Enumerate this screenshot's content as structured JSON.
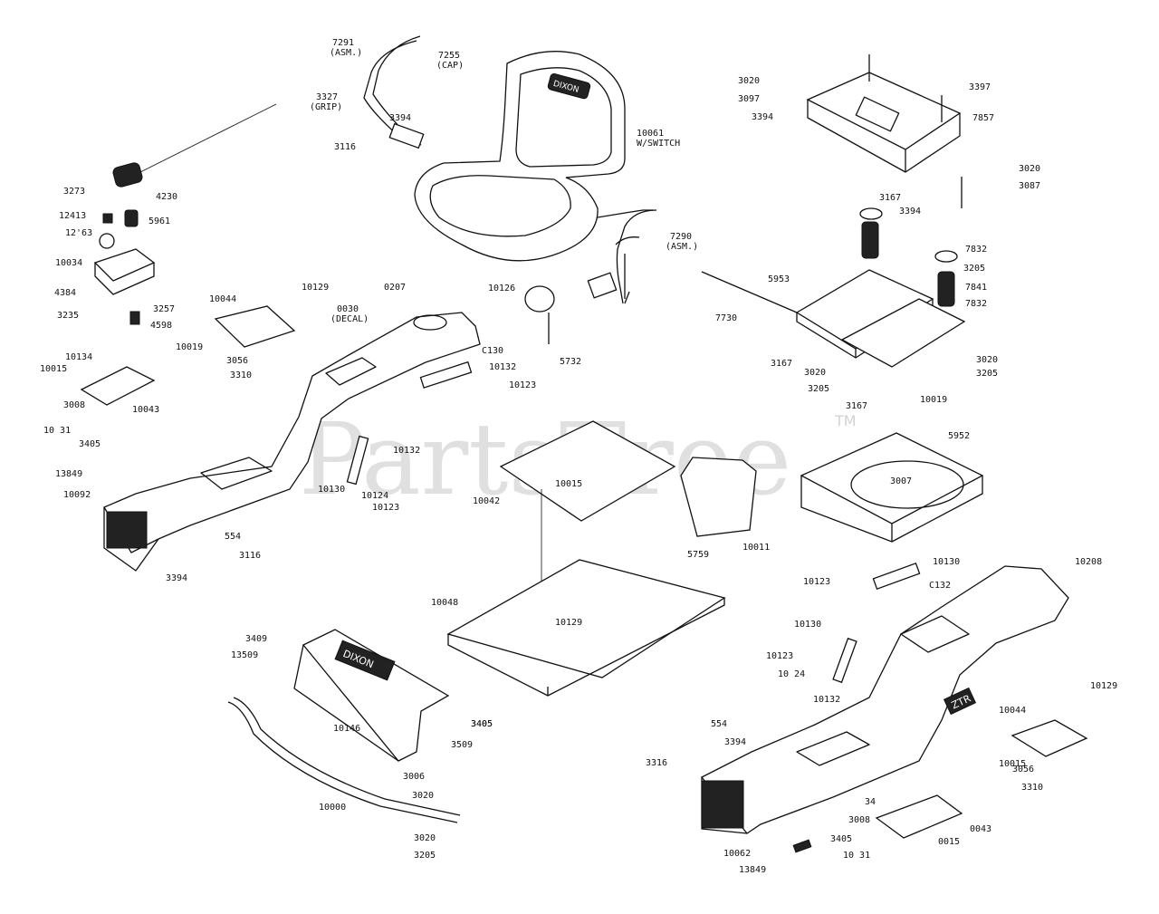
{
  "watermark": {
    "text": "PartsTree",
    "tm": "TM"
  },
  "labels": [
    {
      "id": "l7291",
      "text": "7291"
    },
    {
      "id": "l7291b",
      "text": "(ASM.)"
    },
    {
      "id": "l7255",
      "text": "7255"
    },
    {
      "id": "l7255b",
      "text": "(CAP)"
    },
    {
      "id": "l3327",
      "text": "3327"
    },
    {
      "id": "l3327b",
      "text": "(GRIP)"
    },
    {
      "id": "l3394a",
      "text": "3394"
    },
    {
      "id": "l3116a",
      "text": "3116"
    },
    {
      "id": "l10061",
      "text": "10061"
    },
    {
      "id": "l10061b",
      "text": "W/SWITCH"
    },
    {
      "id": "l3020a",
      "text": "3020"
    },
    {
      "id": "l3097",
      "text": "3097"
    },
    {
      "id": "l3394b",
      "text": "3394"
    },
    {
      "id": "l3397",
      "text": "3397"
    },
    {
      "id": "l7857",
      "text": "7857"
    },
    {
      "id": "l3020b",
      "text": "3020"
    },
    {
      "id": "l3087",
      "text": "3087"
    },
    {
      "id": "l3167a",
      "text": "3167"
    },
    {
      "id": "l3394c",
      "text": "3394"
    },
    {
      "id": "l3273",
      "text": "3273"
    },
    {
      "id": "l4230",
      "text": "4230"
    },
    {
      "id": "l12413",
      "text": "12413"
    },
    {
      "id": "l5961",
      "text": "5961"
    },
    {
      "id": "l12163",
      "text": "12'63"
    },
    {
      "id": "l10034",
      "text": "10034"
    },
    {
      "id": "l4384",
      "text": "4384"
    },
    {
      "id": "l3257",
      "text": "3257"
    },
    {
      "id": "l3235",
      "text": "3235"
    },
    {
      "id": "l4598",
      "text": "4598"
    },
    {
      "id": "l7290",
      "text": "7290"
    },
    {
      "id": "l7290b",
      "text": "(ASM.)"
    },
    {
      "id": "l7832a",
      "text": "7832"
    },
    {
      "id": "l3205a",
      "text": "3205"
    },
    {
      "id": "l7841",
      "text": "7841"
    },
    {
      "id": "l7832b",
      "text": "7832"
    },
    {
      "id": "l5953",
      "text": "5953"
    },
    {
      "id": "l7730",
      "text": "7730"
    },
    {
      "id": "l10129a",
      "text": "10129"
    },
    {
      "id": "l10044a",
      "text": "10044"
    },
    {
      "id": "l0207",
      "text": "0207"
    },
    {
      "id": "l0030",
      "text": "0030"
    },
    {
      "id": "l0030b",
      "text": "(DECAL)"
    },
    {
      "id": "l10126",
      "text": "10126"
    },
    {
      "id": "l5732",
      "text": "5732"
    },
    {
      "id": "l3167b",
      "text": "3167"
    },
    {
      "id": "l3020c",
      "text": "3020"
    },
    {
      "id": "l3205b",
      "text": "3205"
    },
    {
      "id": "l3167c",
      "text": "3167"
    },
    {
      "id": "l10019a",
      "text": "10019"
    },
    {
      "id": "l3020d",
      "text": "3020"
    },
    {
      "id": "l3205c",
      "text": "3205"
    },
    {
      "id": "l10019b",
      "text": "10019"
    },
    {
      "id": "l3056a",
      "text": "3056"
    },
    {
      "id": "l3310a",
      "text": "3310"
    },
    {
      "id": "l10134",
      "text": "10134"
    },
    {
      "id": "l10015a",
      "text": "10015"
    },
    {
      "id": "l3008a",
      "text": "3008"
    },
    {
      "id": "l10043",
      "text": "10043"
    },
    {
      "id": "lC130",
      "text": "C130"
    },
    {
      "id": "l10132a",
      "text": "10132"
    },
    {
      "id": "l10123a",
      "text": "10123"
    },
    {
      "id": "l1031a",
      "text": "10 31"
    },
    {
      "id": "l3405a",
      "text": "3405"
    },
    {
      "id": "l13849a",
      "text": "13849"
    },
    {
      "id": "l10092",
      "text": "10092"
    },
    {
      "id": "l10132b",
      "text": "10132"
    },
    {
      "id": "l10130a",
      "text": "10130"
    },
    {
      "id": "l10124a",
      "text": "10124"
    },
    {
      "id": "l10123b",
      "text": "10123"
    },
    {
      "id": "l10042",
      "text": "10042"
    },
    {
      "id": "l10015b",
      "text": "10015"
    },
    {
      "id": "l5952",
      "text": "5952"
    },
    {
      "id": "l3007",
      "text": "3007"
    },
    {
      "id": "l10011",
      "text": "10011"
    },
    {
      "id": "l554a",
      "text": "554"
    },
    {
      "id": "l3116b",
      "text": "3116"
    },
    {
      "id": "l3394d",
      "text": "3394"
    },
    {
      "id": "l5759",
      "text": "5759"
    },
    {
      "id": "l10048",
      "text": "10048"
    },
    {
      "id": "l10129b",
      "text": "10129"
    },
    {
      "id": "l10130b",
      "text": "10130"
    },
    {
      "id": "lC132",
      "text": "C132"
    },
    {
      "id": "l10123c",
      "text": "10123"
    },
    {
      "id": "l10208",
      "text": "10208"
    },
    {
      "id": "l3409",
      "text": "3409"
    },
    {
      "id": "l13509",
      "text": "13509"
    },
    {
      "id": "l3405b",
      "text": "3405"
    },
    {
      "id": "l10130c",
      "text": "10130"
    },
    {
      "id": "l10123d",
      "text": "10123"
    },
    {
      "id": "l1024",
      "text": "10 24"
    },
    {
      "id": "l10132c",
      "text": "10132"
    },
    {
      "id": "l10146",
      "text": "10146"
    },
    {
      "id": "l3405c",
      "text": "3405"
    },
    {
      "id": "l3509",
      "text": "3509"
    },
    {
      "id": "l10129c",
      "text": "10129"
    },
    {
      "id": "l10044b",
      "text": "10044"
    },
    {
      "id": "l554b",
      "text": "554"
    },
    {
      "id": "l3394e",
      "text": "3394"
    },
    {
      "id": "l3316",
      "text": "3316"
    },
    {
      "id": "l10015c",
      "text": "10015"
    },
    {
      "id": "l3056b",
      "text": "3056"
    },
    {
      "id": "l3310b",
      "text": "3310"
    },
    {
      "id": "l3006",
      "text": "3006"
    },
    {
      "id": "l3020e",
      "text": "3020"
    },
    {
      "id": "l10000",
      "text": "10000"
    },
    {
      "id": "l3020f",
      "text": "3020"
    },
    {
      "id": "l3205d",
      "text": "3205"
    },
    {
      "id": "l34",
      "text": "34"
    },
    {
      "id": "l3008b",
      "text": "3008"
    },
    {
      "id": "l0043",
      "text": "0043"
    },
    {
      "id": "l3405d",
      "text": "3405"
    },
    {
      "id": "l1031b",
      "text": "10 31"
    },
    {
      "id": "l0015",
      "text": "0015"
    },
    {
      "id": "l10062",
      "text": "10062"
    },
    {
      "id": "l13849b",
      "text": "13849"
    }
  ],
  "seat_logo": "DIXON",
  "console_logo": "DIXON",
  "fender_logo": "ZTR"
}
